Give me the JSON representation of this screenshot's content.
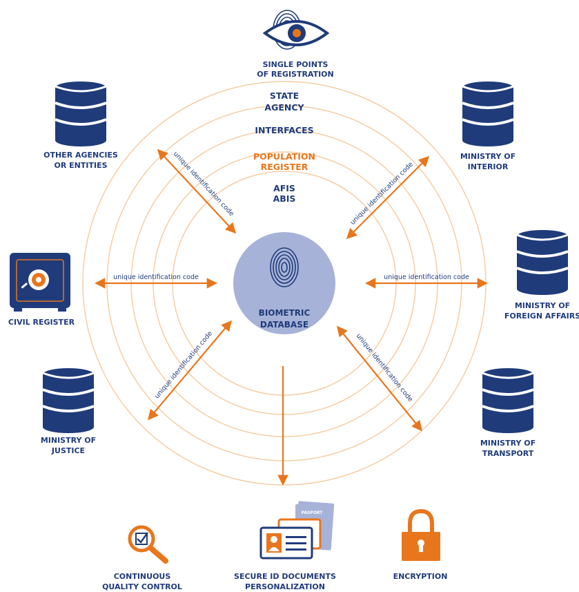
{
  "top": {
    "line1": "SINGLE POINTS",
    "line2": "OF REGISTRATION"
  },
  "rings": {
    "state1": "STATE",
    "state2": "AGENCY",
    "interfaces": "INTERFACES",
    "population1": "POPULATION",
    "population2": "REGISTER",
    "afis": "AFIS",
    "abis": "ABIS"
  },
  "hub": {
    "line1": "BIOMETRIC",
    "line2": "DATABASE"
  },
  "link_label": "unique identification code",
  "nodes": {
    "other_agencies": {
      "line1": "OTHER AGENCIES",
      "line2": "OR ENTITIES"
    },
    "interior": {
      "line1": "MINISTRY OF",
      "line2": "INTERIOR"
    },
    "civil_register": {
      "line1": "CIVIL REGISTER"
    },
    "foreign_affairs": {
      "line1": "MINISTRY OF",
      "line2": "FOREIGN AFFAIRS"
    },
    "justice": {
      "line1": "MINISTRY OF",
      "line2": "JUSTICE"
    },
    "transport": {
      "line1": "MINISTRY OF",
      "line2": "TRANSPORT"
    }
  },
  "bottom": {
    "quality": {
      "line1": "CONTINUOUS",
      "line2": "QUALITY CONTROL"
    },
    "documents": {
      "line1": "SECURE ID DOCUMENTS",
      "line2": "PERSONALIZATION",
      "passport": "PASPORT"
    },
    "encryption": {
      "line1": "ENCRYPTION"
    }
  },
  "colors": {
    "navy": "#1f3b7a",
    "orange": "#e8761c",
    "ring": "#f6cda4",
    "hub": "#a7b2d8"
  }
}
